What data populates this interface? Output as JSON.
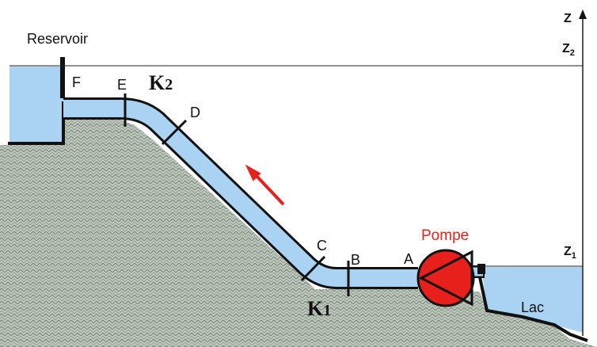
{
  "labels": {
    "reservoir": "Reservoir",
    "lake": "Lac",
    "pump": "Pompe",
    "k1": "K1",
    "k2": "K2",
    "axis_z": "Z",
    "z1": "Z1",
    "z2": "Z2",
    "point_a": "A",
    "point_b": "B",
    "point_c": "C",
    "point_d": "D",
    "point_e": "E",
    "point_f": "F"
  },
  "colors": {
    "water": "#a9d2f3",
    "ground": "#b9c4b9",
    "pump": "#e8201c",
    "arrow": "#e8201c",
    "outline": "#111111"
  }
}
